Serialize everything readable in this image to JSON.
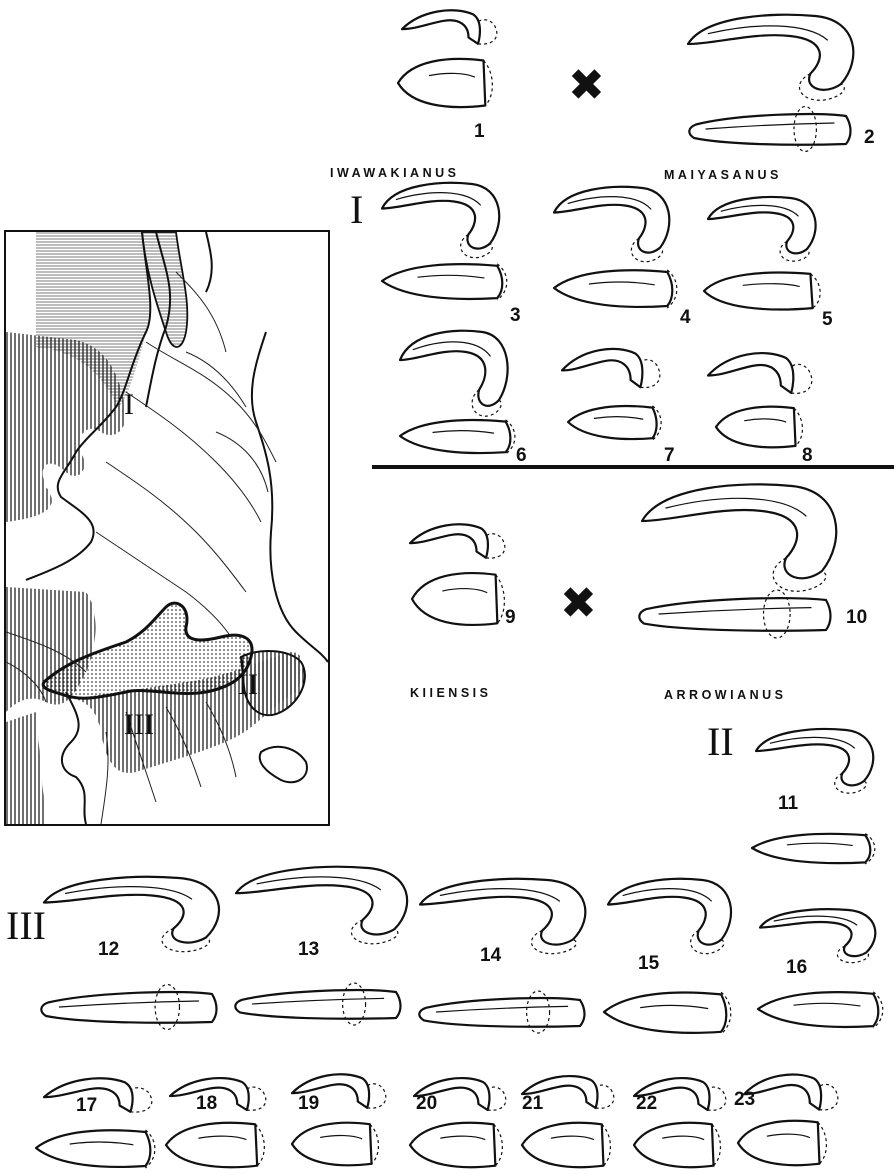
{
  "species": {
    "iwawakianus": "IWAWAKIANUS",
    "maiyasanus": "MAIYASANUS",
    "kiiensis": "KIIENSIS",
    "arrowianus": "ARROWIANUS"
  },
  "regions": {
    "r1": "I",
    "r2": "II",
    "r3": "III"
  },
  "cross_symbol": "✖",
  "figure_numbers": [
    "1",
    "2",
    "3",
    "4",
    "5",
    "6",
    "7",
    "8",
    "9",
    "10",
    "11",
    "12",
    "13",
    "14",
    "15",
    "16",
    "17",
    "18",
    "19",
    "20",
    "21",
    "22",
    "23"
  ],
  "map_labels": {
    "m1": "I",
    "m2": "II",
    "m3": "III"
  }
}
